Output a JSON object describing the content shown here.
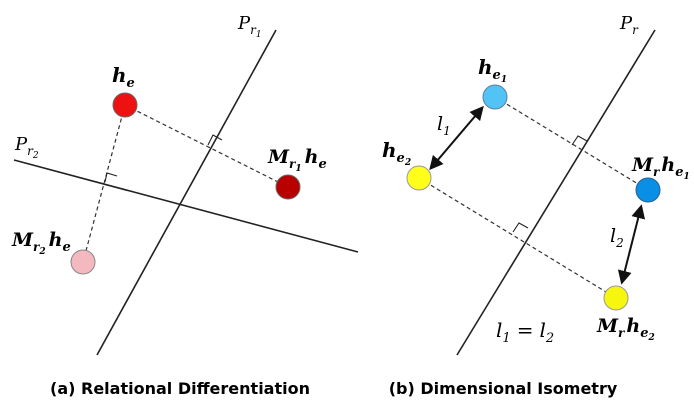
{
  "left_panel": {
    "plane_r1_label": {
      "base": "P",
      "sub": "r",
      "subsub": "1"
    },
    "plane_r2_label": {
      "base": "P",
      "sub": "r",
      "subsub": "2"
    },
    "he_label": {
      "base": "h",
      "sub": "e"
    },
    "mr1_he_label": {
      "m": "M",
      "sub": "r",
      "subsub": "1",
      "h": "h",
      "hsub": "e"
    },
    "mr2_he_label": {
      "m": "M",
      "sub": "r",
      "subsub": "2",
      "h": "h",
      "hsub": "e"
    },
    "caption": "(a) Relational Differentiation",
    "colors": {
      "he": "#ee1111",
      "mr1_he": "#b80000",
      "mr2_he": "#f4b8bf"
    }
  },
  "right_panel": {
    "plane_r_label": {
      "base": "P",
      "sub": "r"
    },
    "he1_label": {
      "base": "h",
      "sub": "e",
      "subsub": "1"
    },
    "he2_label": {
      "base": "h",
      "sub": "e",
      "subsub": "2"
    },
    "mr_he1_label": {
      "m": "M",
      "sub": "r",
      "h": "h",
      "hsub": "e",
      "hsubsub": "1"
    },
    "mr_he2_label": {
      "m": "M",
      "sub": "r",
      "h": "h",
      "hsub": "e",
      "hsubsub": "2"
    },
    "l1_label": {
      "base": "l",
      "sub": "1"
    },
    "l2_label": {
      "base": "l",
      "sub": "2"
    },
    "equation": {
      "a": "l",
      "asub": "1",
      "eq": "=",
      "b": "l",
      "bsub": "2"
    },
    "caption": "(b) Dimensional Isometry",
    "colors": {
      "he1": "#52c3f5",
      "mr_he1": "#0a8fe6",
      "he2": "#ffff1a",
      "mr_he2": "#f6f60e"
    }
  }
}
